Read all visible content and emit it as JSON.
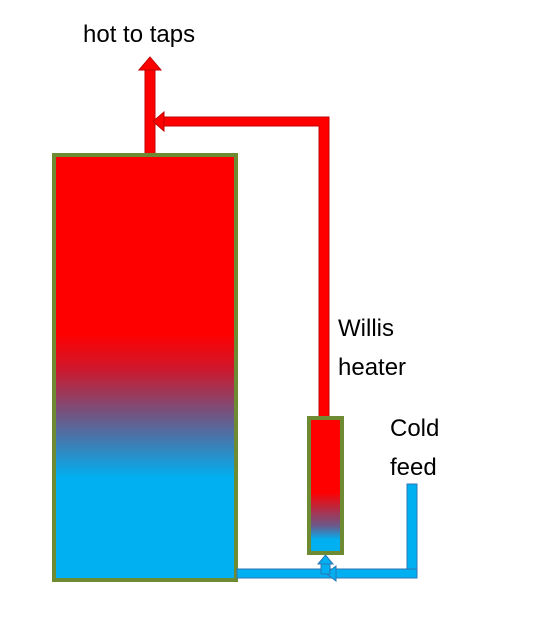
{
  "labels": {
    "hot_to_taps": "hot to taps",
    "willis_line1": "Willis",
    "willis_line2": "heater",
    "cold_line1": "Cold",
    "cold_line2": "feed"
  },
  "colors": {
    "hot": "#ff0000",
    "hot_edge": "#c00000",
    "mid": "#d0162a",
    "cold": "#00b0f0",
    "cold_edge": "#2e75b6",
    "tank_border": "#6e8a32",
    "text": "#000000"
  }
}
